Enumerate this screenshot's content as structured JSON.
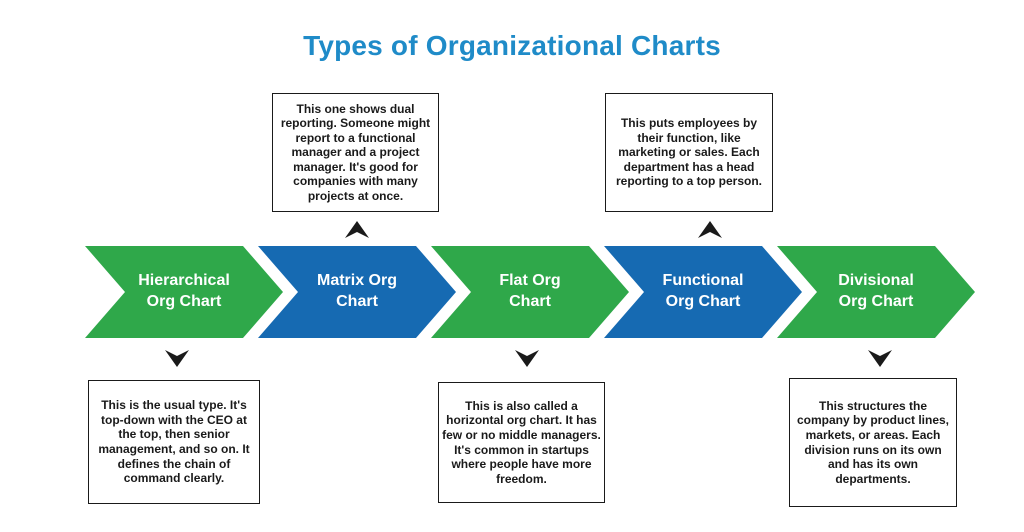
{
  "title": "Types of Organizational Charts",
  "colors": {
    "title_blue": "#1F8BC8",
    "chevron_green": "#2FA84A",
    "chevron_blue": "#166AB2",
    "chevron_text": "#FFFFFF",
    "connector_arrow": "#1A1A1A",
    "note_border": "#1A1A1A",
    "note_text": "#1A1A1A"
  },
  "icons": {
    "up_arrow": "▲",
    "down_arrow": "▼"
  },
  "chevrons": [
    {
      "line1": "Hierarchical",
      "line2": "Org Chart",
      "fill": "#2FA84A"
    },
    {
      "line1": "Matrix Org",
      "line2": "Chart",
      "fill": "#166AB2"
    },
    {
      "line1": "Flat Org",
      "line2": "Chart",
      "fill": "#2FA84A"
    },
    {
      "line1": "Functional",
      "line2": "Org Chart",
      "fill": "#166AB2"
    },
    {
      "line1": "Divisional",
      "line2": "Org Chart",
      "fill": "#2FA84A"
    }
  ],
  "notes": {
    "top": [
      {
        "attached_to": "Matrix Org Chart",
        "text": "This one shows dual reporting. Someone might report to a functional manager and a project manager. It's good for companies with many projects at once."
      },
      {
        "attached_to": "Functional Org Chart",
        "text": "This puts employees by their function, like marketing or sales. Each department has a head reporting to a top person."
      }
    ],
    "bottom": [
      {
        "attached_to": "Hierarchical Org Chart",
        "text": "This is the usual type. It's top-down with the CEO at the top, then senior management, and so on. It defines the chain of command clearly."
      },
      {
        "attached_to": "Flat Org Chart",
        "text": "This is also called a horizontal org chart. It has few or no middle managers. It's common in startups where people have more freedom."
      },
      {
        "attached_to": "Divisional Org Chart",
        "text": "This structures the company by product lines, markets, or areas. Each division runs on its own and has its own departments."
      }
    ]
  }
}
